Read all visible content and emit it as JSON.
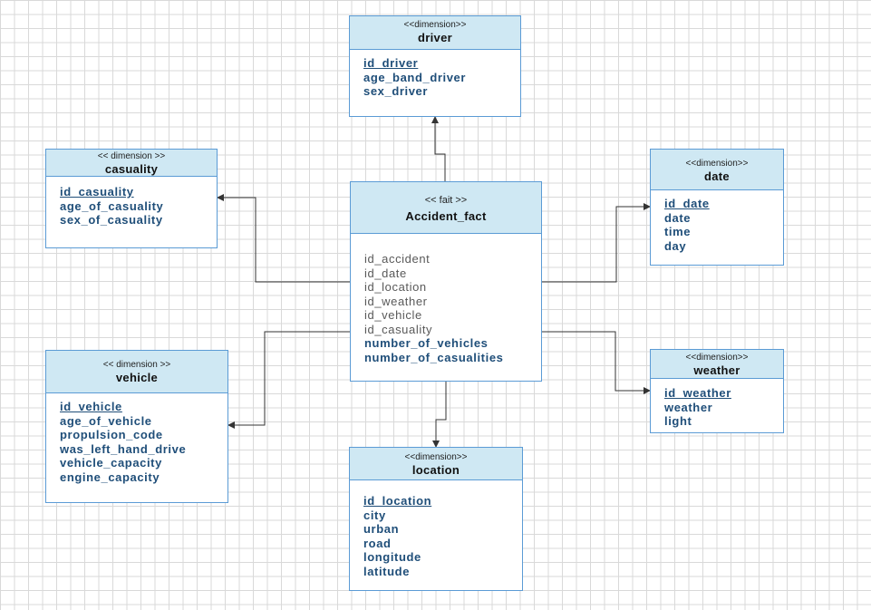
{
  "fact": {
    "stereotype": "<< fait >>",
    "name": "Accident_fact",
    "attributes": [
      "id_accident",
      "id_date",
      "id_location",
      "id_weather",
      "id_vehicle",
      "id_casuality"
    ],
    "measures": [
      "number_of_vehicles",
      "number_of_casualities"
    ]
  },
  "dimensions": {
    "driver": {
      "stereotype": "<<dimension>>",
      "name": "driver",
      "key": "id_driver",
      "attributes": [
        "age_band_driver",
        "sex_driver"
      ]
    },
    "casuality": {
      "stereotype": "<< dimension >>",
      "name": "casuality",
      "key": "id_casuality",
      "attributes": [
        "age_of_casuality",
        "sex_of_casuality"
      ]
    },
    "date": {
      "stereotype": "<<dimension>>",
      "name": "date",
      "key": "id_date",
      "attributes": [
        "date",
        "time",
        "day"
      ]
    },
    "vehicle": {
      "stereotype": "<< dimension >>",
      "name": "vehicle",
      "key": "id_vehicle",
      "attributes": [
        "age_of_vehicle",
        "propulsion_code",
        "was_left_hand_drive",
        "vehicle_capacity",
        "engine_capacity"
      ]
    },
    "weather": {
      "stereotype": "<<dimension>>",
      "name": "weather",
      "key": "id_weather",
      "attributes": [
        "weather",
        "light"
      ]
    },
    "location": {
      "stereotype": "<<dimension>>",
      "name": "location",
      "key": "id_location",
      "attributes": [
        "city",
        "urban",
        "road",
        "longitude",
        "latitude"
      ]
    }
  },
  "colors": {
    "header_fill": "#cfe8f3",
    "border": "#5b9bd5",
    "attribute_text": "#1f4e79",
    "fact_key_text": "#595959",
    "connector": "#333333"
  }
}
